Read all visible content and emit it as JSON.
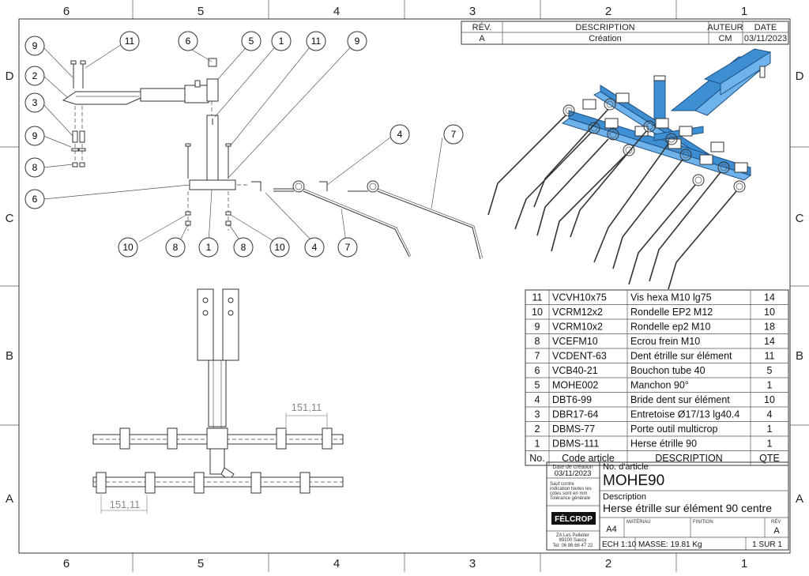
{
  "zones": {
    "columns": [
      "6",
      "5",
      "4",
      "3",
      "2",
      "1"
    ],
    "rows": [
      "D",
      "C",
      "B",
      "A"
    ]
  },
  "revision_table": {
    "headers": {
      "rev": "RÉV.",
      "description": "DESCRIPTION",
      "author": "AUTEUR",
      "date": "DATE"
    },
    "rows": [
      {
        "rev": "A",
        "description": "Création",
        "author": "CM",
        "date": "03/11/2023"
      }
    ]
  },
  "balloons": {
    "b9a": "9",
    "b11a": "11",
    "b2": "2",
    "b3": "3",
    "b9b": "9",
    "b8a": "8",
    "b6a": "6",
    "b5": "5",
    "b1a": "1",
    "b11b": "11",
    "b9c": "9",
    "b6b": "6",
    "b4a": "4",
    "b7a": "7",
    "b10a": "10",
    "b8b": "8",
    "b1b": "1",
    "b8c": "8",
    "b10b": "10",
    "b4b": "4",
    "b7b": "7"
  },
  "dimensions": {
    "top": "151,11",
    "bottom": "151,11"
  },
  "bom": {
    "headers": {
      "no": "No.",
      "code": "Code article",
      "desc": "DESCRIPTION",
      "qty": "QTE"
    },
    "rows": [
      {
        "no": "11",
        "code": "VCVH10x75",
        "desc": "Vis hexa M10 lg75",
        "qty": "14"
      },
      {
        "no": "10",
        "code": "VCRM12x2",
        "desc": "Rondelle EP2 M12",
        "qty": "10"
      },
      {
        "no": "9",
        "code": "VCRM10x2",
        "desc": "Rondelle ep2 M10",
        "qty": "18"
      },
      {
        "no": "8",
        "code": "VCEFM10",
        "desc": "Ecrou frein M10",
        "qty": "14"
      },
      {
        "no": "7",
        "code": "VCDENT-63",
        "desc": "Dent étrille sur élément",
        "qty": "11"
      },
      {
        "no": "6",
        "code": "VCB40-21",
        "desc": "Bouchon tube 40",
        "qty": "5"
      },
      {
        "no": "5",
        "code": "MOHE002",
        "desc": "Manchon 90°",
        "qty": "1"
      },
      {
        "no": "4",
        "code": "DBT6-99",
        "desc": "Bride dent sur élément",
        "qty": "10"
      },
      {
        "no": "3",
        "code": "DBR17-64",
        "desc": "Entretoise Ø17/13 lg40.4",
        "qty": "4"
      },
      {
        "no": "2",
        "code": "DBMS-77",
        "desc": "Porte outil multicrop",
        "qty": "1"
      },
      {
        "no": "1",
        "code": "DBMS-111",
        "desc": "Herse étrille 90",
        "qty": "1"
      }
    ]
  },
  "title_block": {
    "creation_label": "Date de création",
    "creation_date": "03/11/2023",
    "notes": [
      "Sauf contre",
      "indication toutes les",
      "cotes sont en mm",
      "Tolérance générale"
    ],
    "article_label": "No. d'article",
    "article": "MOHE90",
    "description_label": "Description",
    "description": "Herse étrille sur élément 90 centre",
    "logo_text": "FÉLCROP",
    "address": [
      "ZA Les Pelletier",
      "89100 Saucy",
      "Tel: 06 86 66 47 22"
    ],
    "format": "A4",
    "material_label": "MATÉRIAU",
    "finish_label": "FINITION",
    "rev_label": "RÉV",
    "rev": "A",
    "scale": "ECH 1:10",
    "mass": "MASSE: 19.81 Kg",
    "sheet": "1 SUR 1"
  }
}
